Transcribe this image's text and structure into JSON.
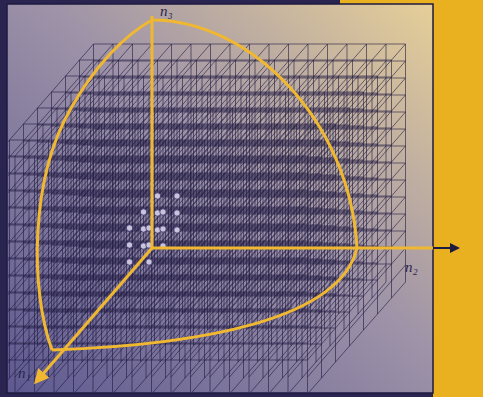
{
  "diagram": {
    "labels": [
      "n₃",
      "n₂",
      "n₁"
    ]
  }
}
